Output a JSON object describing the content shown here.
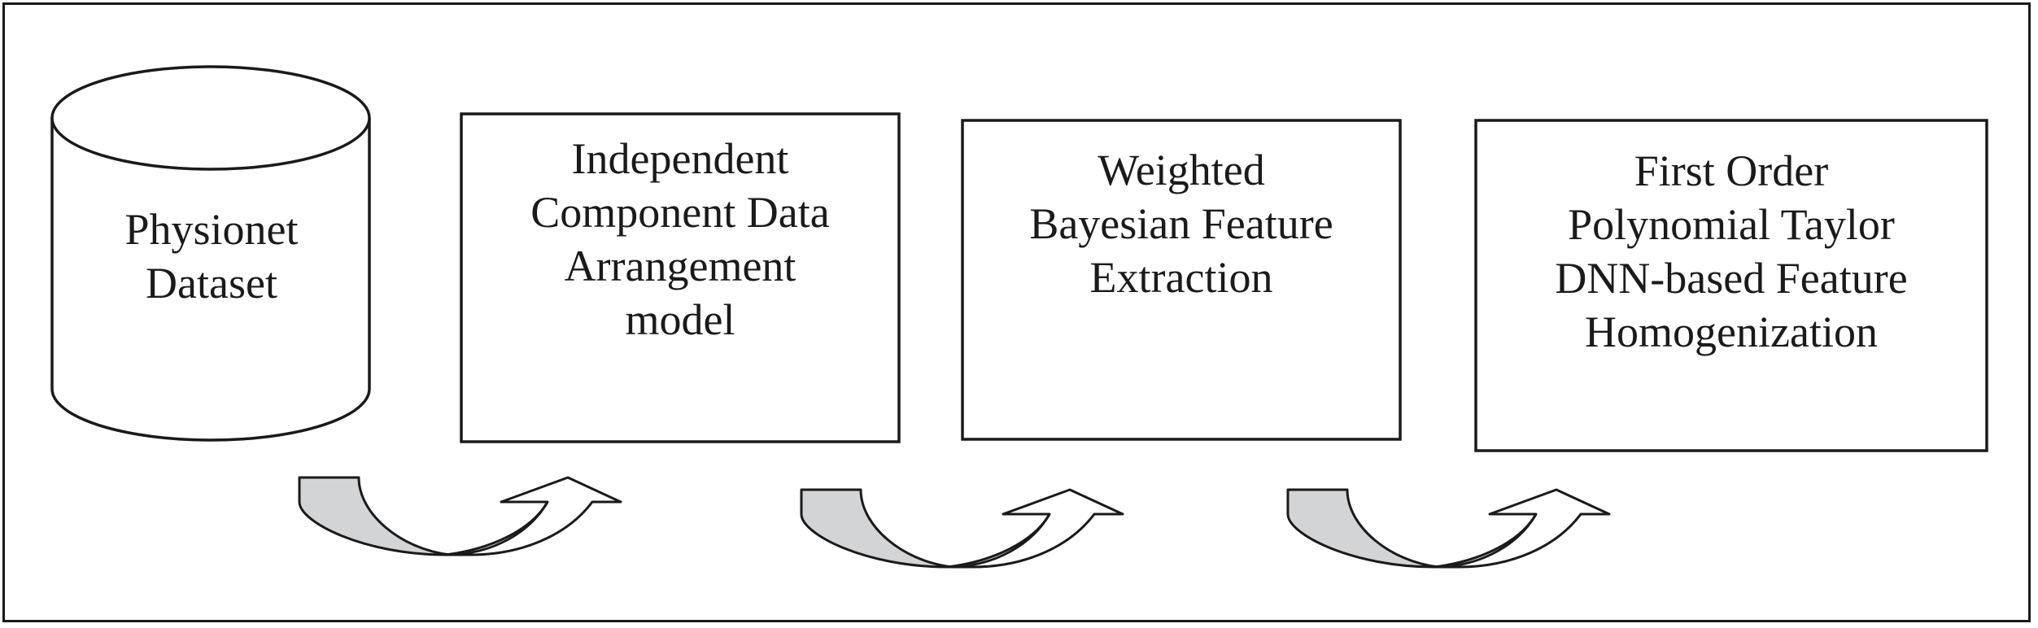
{
  "diagram": {
    "nodes": [
      {
        "id": "dataset",
        "shape": "cylinder",
        "text": "Physionet\nDataset"
      },
      {
        "id": "icda",
        "shape": "box",
        "text": "Independent\nComponent Data\nArrangement\nmodel"
      },
      {
        "id": "wbfe",
        "shape": "box",
        "text": "Weighted\nBayesian Feature\nExtraction"
      },
      {
        "id": "fopt",
        "shape": "box",
        "text": "First Order\nPolynomial Taylor\nDNN-based Feature\nHomogenization"
      }
    ],
    "edges": [
      {
        "from": "dataset",
        "to": "icda",
        "style": "curved-arrow"
      },
      {
        "from": "icda",
        "to": "wbfe",
        "style": "curved-arrow"
      },
      {
        "from": "wbfe",
        "to": "fopt",
        "style": "curved-arrow"
      }
    ],
    "colors": {
      "stroke": "#1a1a1a",
      "arrow_tail_fill": "#d3d4d6",
      "arrow_head_fill": "#ffffff",
      "background": "#ffffff"
    }
  }
}
